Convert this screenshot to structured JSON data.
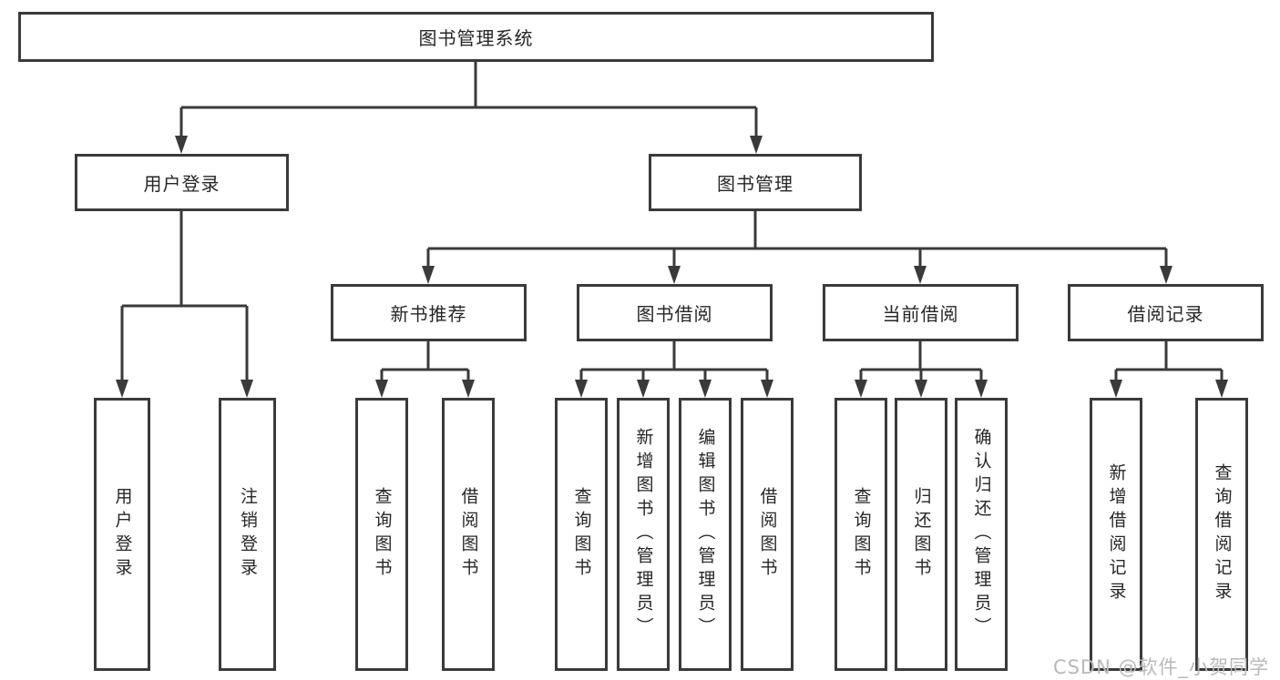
{
  "diagram_type": "hierarchy-diagram",
  "tree": {
    "label": "图书管理系统",
    "children": [
      {
        "label": "用户登录",
        "children": [
          {
            "label": "用户登录"
          },
          {
            "label": "注销登录"
          }
        ]
      },
      {
        "label": "图书管理",
        "children": [
          {
            "label": "新书推荐",
            "children": [
              {
                "label": "查询图书"
              },
              {
                "label": "借阅图书"
              }
            ]
          },
          {
            "label": "图书借阅",
            "children": [
              {
                "label": "查询图书"
              },
              {
                "label": "新增图书（管理员）"
              },
              {
                "label": "编辑图书（管理员）"
              },
              {
                "label": "借阅图书"
              }
            ]
          },
          {
            "label": "当前借阅",
            "children": [
              {
                "label": "查询图书"
              },
              {
                "label": "归还图书"
              },
              {
                "label": "确认归还（管理员）"
              }
            ]
          },
          {
            "label": "借阅记录",
            "children": [
              {
                "label": "新增借阅记录"
              },
              {
                "label": "查询借阅记录"
              }
            ]
          }
        ]
      }
    ]
  },
  "watermark": "CSDN @软件_小贺同学",
  "colors": {
    "line": "#3a3a3a",
    "text": "#262626",
    "background": "#ffffff",
    "watermark": "#b9b9b9"
  }
}
